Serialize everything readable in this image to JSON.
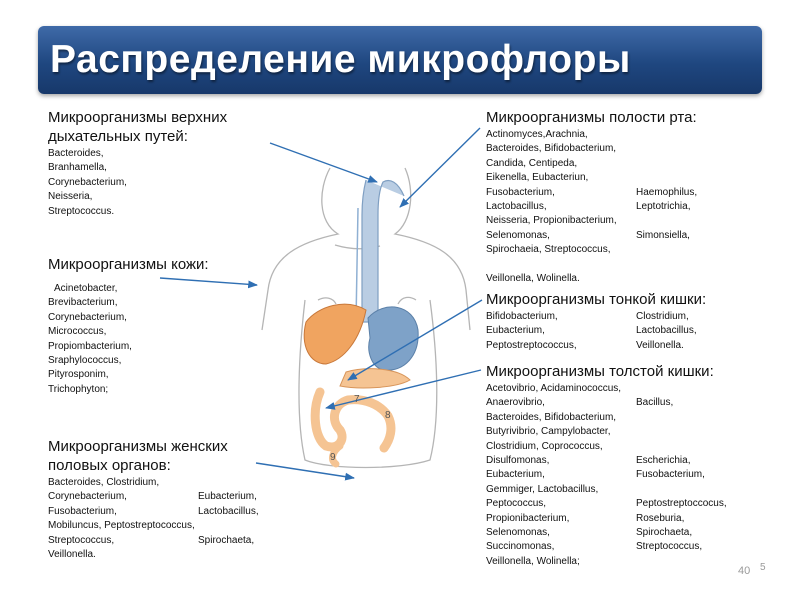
{
  "title": "Распределение микрофлоры",
  "upper_airways": {
    "heading_line1": "Микроорганизмы верхних",
    "heading_line2": "дыхательных путей:",
    "items": [
      "Bacteroides,",
      "Branhamella,",
      "Corynebacterium,",
      "Neisseria,",
      "Streptococcus."
    ]
  },
  "skin": {
    "heading": "Микроорганизмы кожи:",
    "items": [
      "Acinetobacter,",
      "Brevibacterium,",
      "Corynebacterium,",
      "Micrococcus,",
      "Propiombacterium,",
      "Sraphylococcus,",
      "Pityrosponim,",
      "Trichophyton;"
    ]
  },
  "female": {
    "heading_line1": "Микроорганизмы женских",
    "heading_line2": "половых органов:",
    "rows": [
      [
        "Bacteroides,  Clostridium,",
        ""
      ],
      [
        "Corynebacterium,",
        "Eubacterium,"
      ],
      [
        "Fusobacterium,",
        "Lactobacillus,"
      ],
      [
        "Mobiluncus,  Peptostreptococcus,",
        ""
      ],
      [
        "Streptococcus,",
        "Spirochaeta,"
      ],
      [
        "Veillonella.",
        ""
      ]
    ]
  },
  "oral": {
    "heading": "Микроорганизмы полости рта:",
    "rows": [
      [
        "Actinomyces,Arachnia,",
        ""
      ],
      [
        "Bacteroides,  Bifidobacterium,",
        ""
      ],
      [
        "Candida,     Centipeda,",
        ""
      ],
      [
        "Eikenella,    Eubacteriun,",
        ""
      ],
      [
        "Fusobacterium,",
        "Haemophilus,"
      ],
      [
        "Lactobacillus,",
        "Leptotrichia,"
      ],
      [
        "Neisseria,   Propionibacterium,",
        ""
      ],
      [
        "Selenomonas,",
        "Simonsiella,"
      ],
      [
        "Spirochaeia,  Streptococcus,",
        ""
      ],
      [
        "",
        ""
      ],
      [
        "Veillonella,   Wolinella.",
        ""
      ]
    ]
  },
  "small_intestine": {
    "heading": "Микроорганизмы тонкой кишки:",
    "rows": [
      [
        "Bifidobacterium,",
        "Clostridium,"
      ],
      [
        "Eubacterium,",
        "Lactobacillus,"
      ],
      [
        "Peptostreptococcus,",
        "Veillonella."
      ]
    ]
  },
  "large_intestine": {
    "heading": "Микроорганизмы толстой кишки:",
    "rows": [
      [
        "Acetovibrio,   Acidaminococcus,",
        ""
      ],
      [
        " Anaerovibrio,",
        "Bacillus,"
      ],
      [
        "Bacteroides,  Bifidobacterium,",
        ""
      ],
      [
        "Butyrivibrio,  Campylobacter,",
        ""
      ],
      [
        "Clostridium,  Coprococcus,",
        ""
      ],
      [
        "Disulfomonas,",
        "Escherichia,"
      ],
      [
        "Eubacterium,",
        "Fusobacterium,"
      ],
      [
        "Gemmiger,   Lactobacillus,",
        ""
      ],
      [
        "Peptococcus,",
        "Peptostreptoccocus,"
      ],
      [
        "Propionibacterium,",
        "Roseburia,"
      ],
      [
        "Selenomonas,",
        "Spirochaeta,"
      ],
      [
        "Succinomonas,",
        "Streptococcus,"
      ],
      [
        "Veillonella,   Wolinella;",
        ""
      ]
    ]
  },
  "figure_labels": {
    "organ_7": "7",
    "organ_8": "8",
    "organ_9": "9"
  },
  "page_number_left": "40",
  "page_number_right": "5",
  "colors": {
    "banner": "#1f4780",
    "liver": "#f0a460",
    "stomach": "#7ea2c8",
    "intestine": "#f5c493",
    "esophagus": "#b9cde3",
    "arrow": "#2f6fb3"
  }
}
